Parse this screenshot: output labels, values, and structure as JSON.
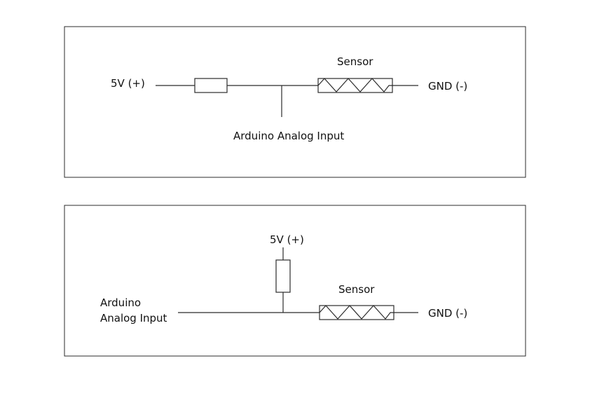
{
  "circuit_top": {
    "supply_label": "5V (+)",
    "sensor_label": "Sensor",
    "ground_label": "GND (-)",
    "input_label": "Arduino Analog Input"
  },
  "circuit_bottom": {
    "supply_label": "5V (+)",
    "sensor_label": "Sensor",
    "ground_label": "GND (-)",
    "input_label_line1": "Arduino",
    "input_label_line2": "Analog Input"
  },
  "colors": {
    "stroke": "#2b2b2b",
    "text": "#111111",
    "background": "#ffffff"
  }
}
